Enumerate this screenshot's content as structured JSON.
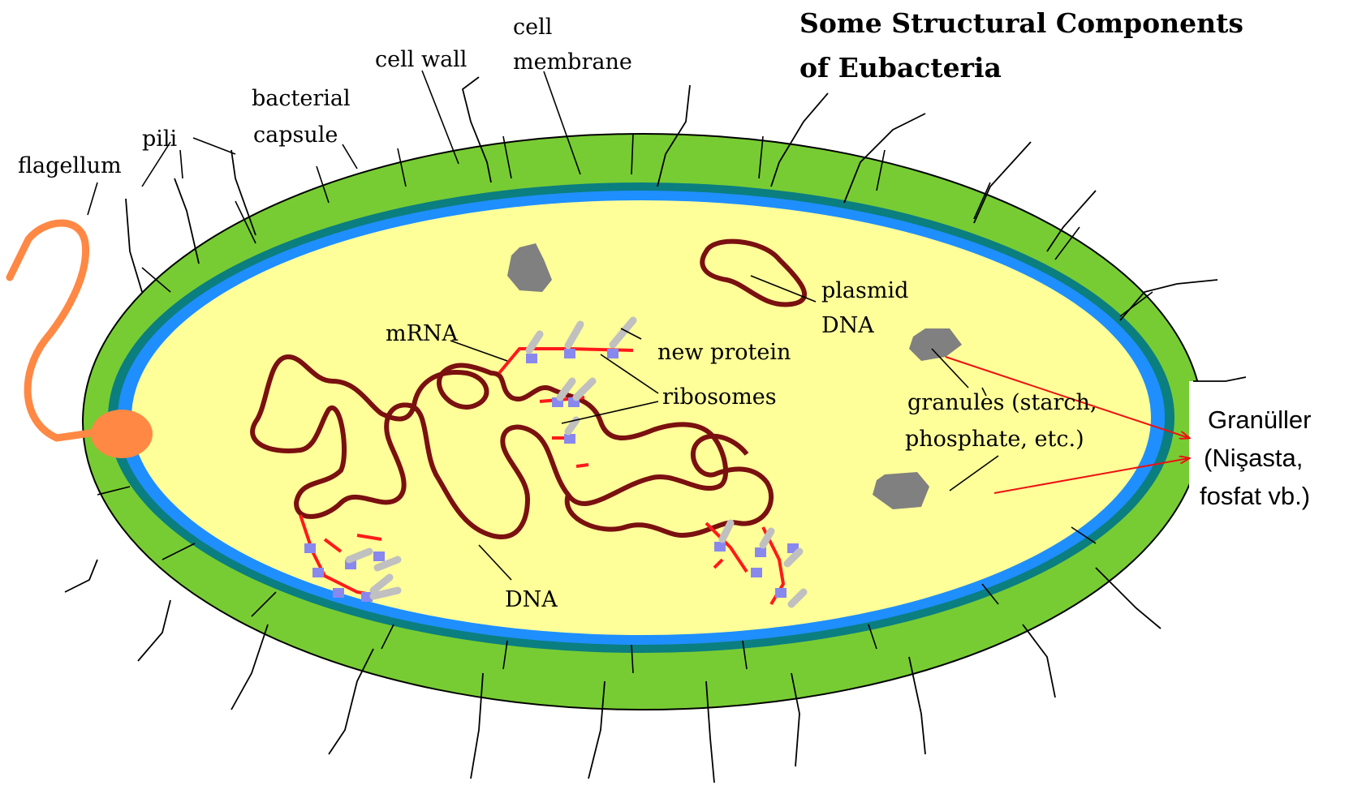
{
  "title": {
    "line1": "Some Structural Components",
    "line2": "of Eubacteria"
  },
  "labels": {
    "flagellum": "flagellum",
    "pili": "pili",
    "bacterial_capsule_1": "bacterial",
    "bacterial_capsule_2": "capsule",
    "cell_wall": "cell wall",
    "cell_membrane_1": "cell",
    "cell_membrane_2": "membrane",
    "plasmid_dna_1": "plasmid",
    "plasmid_dna_2": "DNA",
    "mrna": "mRNA",
    "new_protein": "new protein",
    "ribosomes": "ribosomes",
    "granules_1": "granules (starch,",
    "granules_2": "phosphate, etc.)",
    "dna": "DNA"
  },
  "annotation": {
    "line1": "Granüller",
    "line2": "(Nişasta,",
    "line3": "fosfat vb.)"
  },
  "colors": {
    "capsule": "#77cc33",
    "cell_wall": "#0b7e80",
    "membrane": "#1f8fff",
    "cytoplasm": "#ffff99",
    "dna": "#7a1010",
    "mrna": "#ff1a1a",
    "ribosome": "#8888ee",
    "protein": "#c0c0c0",
    "granule": "#808080",
    "flagellum": "#ff8844",
    "annotation_arrow": "#ee1111"
  }
}
